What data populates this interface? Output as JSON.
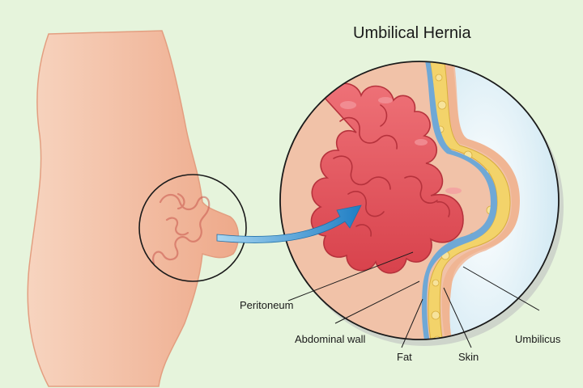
{
  "title": "Umbilical Hernia",
  "labels": {
    "peritoneum": "Peritoneum",
    "abdominal_wall": "Abdominal wall",
    "fat": "Fat",
    "skin": "Skin",
    "umbilicus": "Umbilicus"
  },
  "colors": {
    "background": "#e6f4dc",
    "skin": "#f2bfa4",
    "intestine": "#e85a62",
    "fat": "#f3d36a",
    "peritoneum": "#6fa8d6",
    "arrow": "#2f8fd0"
  }
}
